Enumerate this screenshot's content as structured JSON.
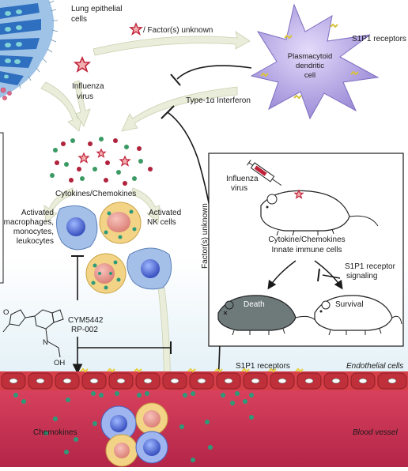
{
  "labels": {
    "lung_epithelial": [
      "Lung epithelial",
      "cells"
    ],
    "factor_unknown_legend": "/ Factor(s) unknown",
    "influenza_virus": [
      "Influenza",
      "virus"
    ],
    "s1p1_receptors_top": "S1P1 receptors",
    "pdc": [
      "Plasmacytoid",
      "dendritic",
      "cell"
    ],
    "type1a_interferon": "Type-1α Interferon",
    "cytokines_chemokines": "Cytokines/Chemokines",
    "activated_macrophages": [
      "Activated",
      "macrophages,",
      "monocytes,",
      "leukocytes"
    ],
    "activated_nk": [
      "Activated",
      "NK cells"
    ],
    "factors_unknown_vertical": "Factor(s) unknown",
    "drug": [
      "CYM5442",
      "RP-002"
    ],
    "drug_oh": "OH",
    "drug_n": "N",
    "drug_o": "O",
    "s1p1_receptors_bottom": "S1P1 receptors",
    "endothelial_cells": "Endothelial cells",
    "chemokines": "Chemokines",
    "blood_vessel": "Blood vessel"
  },
  "inset": {
    "influenza_virus": [
      "Influenza",
      "virus"
    ],
    "cytokine_chemokines": [
      "Cytokine/Chemokines",
      "Innate immune cells"
    ],
    "s1p1_signaling": [
      "S1P1 receptor",
      "signaling"
    ],
    "death": "Death",
    "survival": "Survival"
  },
  "colors": {
    "tissue_background": "#dcecf4",
    "endothelial": "#d63f48",
    "blood_vessel": "#c9334f",
    "pdc": "#b7a8e6",
    "receptor": "#e6cf3a",
    "arrow": "#e8ecd9",
    "macrophage": "#8fb3e0",
    "nk_cell": "#f1d27a",
    "death_mouse": "#6e7a7a"
  }
}
